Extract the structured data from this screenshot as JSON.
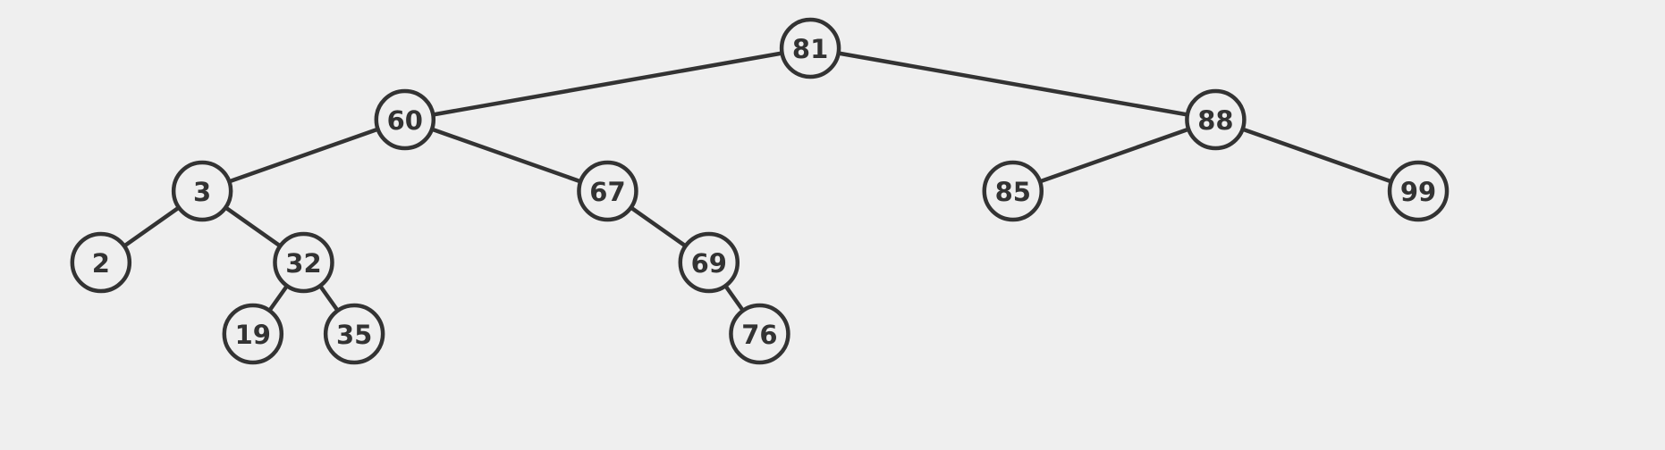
{
  "tree": {
    "root": "81",
    "nodes": [
      {
        "id": "81",
        "label": "81",
        "left": "60",
        "right": "88"
      },
      {
        "id": "60",
        "label": "60",
        "left": "3",
        "right": "67"
      },
      {
        "id": "88",
        "label": "88",
        "left": "85",
        "right": "99"
      },
      {
        "id": "3",
        "label": "3",
        "left": "2",
        "right": "32"
      },
      {
        "id": "67",
        "label": "67",
        "left": null,
        "right": "69"
      },
      {
        "id": "85",
        "label": "85",
        "left": null,
        "right": null
      },
      {
        "id": "99",
        "label": "99",
        "left": null,
        "right": null
      },
      {
        "id": "2",
        "label": "2",
        "left": null,
        "right": null
      },
      {
        "id": "32",
        "label": "32",
        "left": "19",
        "right": "35"
      },
      {
        "id": "69",
        "label": "69",
        "left": null,
        "right": "76"
      },
      {
        "id": "19",
        "label": "19",
        "left": null,
        "right": null
      },
      {
        "id": "35",
        "label": "35",
        "left": null,
        "right": null
      },
      {
        "id": "76",
        "label": "76",
        "left": null,
        "right": null
      }
    ]
  },
  "colors": {
    "background": "#efefef",
    "stroke": "#333333",
    "text": "#333333"
  }
}
